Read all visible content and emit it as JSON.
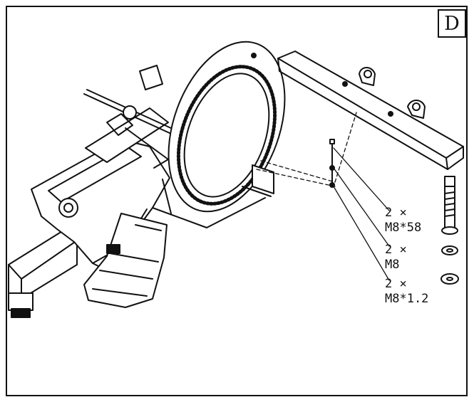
{
  "step": {
    "letter": "D"
  },
  "parts": [
    {
      "qty": "2 ×",
      "spec": "M8*58"
    },
    {
      "qty": "2 ×",
      "spec": "M8"
    },
    {
      "qty": "2 ×",
      "spec": "M8*1.2"
    }
  ],
  "icons": [
    "bolt-icon",
    "washer-icon",
    "washer-icon"
  ],
  "colors": {
    "ink": "#111111",
    "paper": "#ffffff"
  }
}
